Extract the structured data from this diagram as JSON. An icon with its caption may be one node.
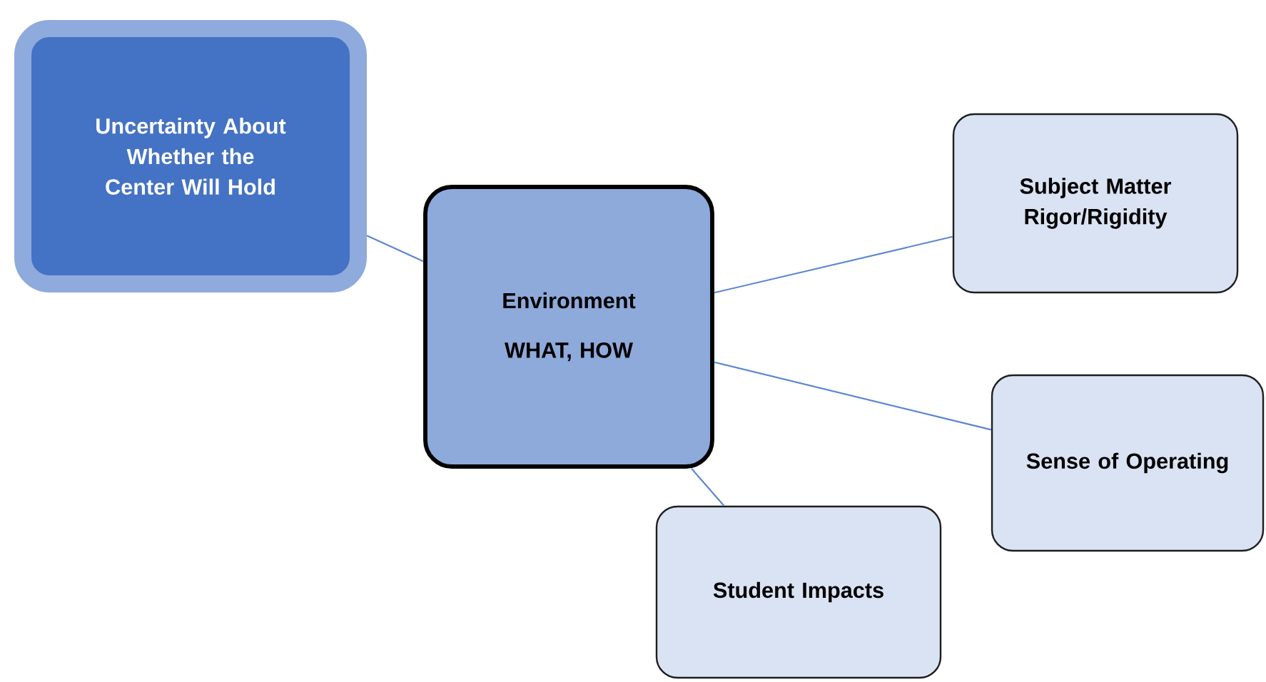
{
  "diagram": {
    "nodes": [
      {
        "text": [
          "Uncertainty About Whether the Center Will Hold"
        ]
      },
      {
        "text": [
          "Environment",
          "WHAT, HOW"
        ]
      },
      {
        "text": [
          "Subject Matter Rigor/Rigidity"
        ]
      },
      {
        "text": [
          "Sense of Operating"
        ]
      },
      {
        "text": [
          "Student Impacts"
        ]
      }
    ],
    "edges": [
      {
        "from": 0,
        "to": 1,
        "arrow": "none"
      },
      {
        "from": 1,
        "to": 2,
        "arrow": "none"
      },
      {
        "from": 1,
        "to": 3,
        "arrow": "none"
      },
      {
        "from": 1,
        "to": 4,
        "arrow": "none"
      }
    ]
  }
}
